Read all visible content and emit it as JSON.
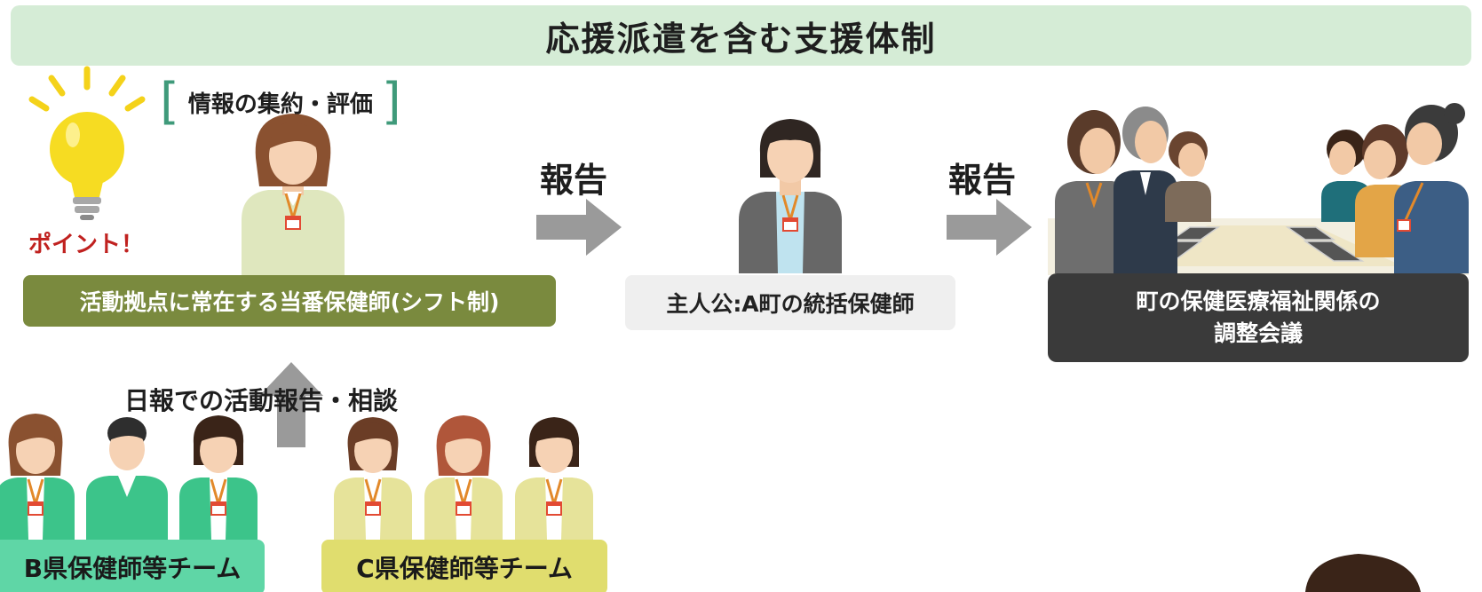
{
  "title": "応援派遣を含む支援体制",
  "info_label": "情報の集約・評価",
  "point_label": "ポイント！",
  "shift_nurse_label": "活動拠点に常在する当番保健師(シフト制)",
  "report_label_1": "報告",
  "report_label_2": "報告",
  "hero_label": "主人公:A町の統括保健師",
  "meeting_label_line1": "町の保健医療福祉関係の",
  "meeting_label_line2": "調整会議",
  "daily_report_label": "日報での活動報告・相談",
  "team_b_label": "B県保健師等チーム",
  "team_c_label": "C県保健師等チーム",
  "colors": {
    "title_bg": "#d5ecd6",
    "shift_bg": "#7a8a3e",
    "meeting_bg": "#3a3a3a",
    "team_b_bg": "#5fd6a6",
    "team_c_bg": "#e0dd6e",
    "point_red": "#c0211f",
    "arrow_gray": "#9a9a9a"
  },
  "icons": [
    "lightbulb-icon",
    "right-arrow-icon",
    "up-arrow-icon",
    "person-icon"
  ]
}
